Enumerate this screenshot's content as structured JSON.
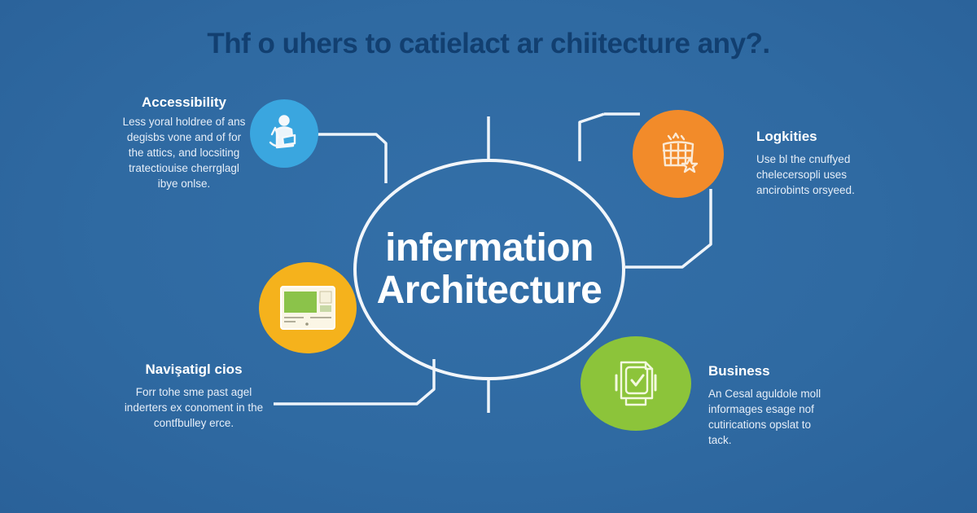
{
  "title": "Thf o uhers to catielact ar chiitecture any?.",
  "center": {
    "line1": "infermation",
    "line2": "Architecture"
  },
  "nodes": [
    {
      "id": "accessibility",
      "heading": "Accessibility",
      "text": "Less yoral holdree of ans degisbs vone and of for the attics, and locsiting tratectiouise cherrglagl ibye onlse.",
      "icon": "person-with-tablet-icon",
      "color": "#3aa6df"
    },
    {
      "id": "logkities",
      "heading": "Logkities",
      "text": "Use bl the cnuffyed chelecersopli uses ancirobints orsyeed.",
      "icon": "calendar-star-icon",
      "color": "#f28b2a"
    },
    {
      "id": "navigation",
      "heading": "Navişatigl cios",
      "text": "Forr tohe sme past agel inderters ex conoment in the contfbulley erce.",
      "icon": "monitor-icon",
      "color": "#f5b21c"
    },
    {
      "id": "business",
      "heading": "Business",
      "text": "An Cesal aguldole moll informages esage nof cutirications opslat to tack.",
      "icon": "document-check-icon",
      "color": "#8cc43a"
    }
  ],
  "colors": {
    "background": "#2f6aa2",
    "title": "#123f70",
    "lines": "#f2f6fa"
  }
}
